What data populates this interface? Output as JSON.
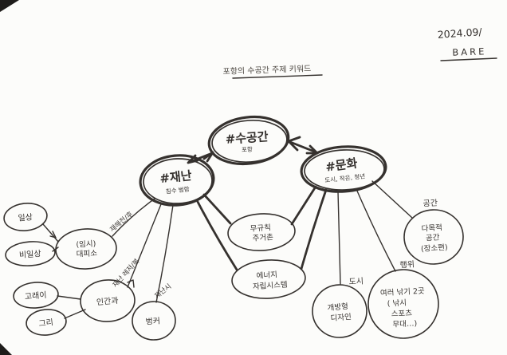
{
  "header": {
    "date": "2024.09/",
    "signature": "BARE"
  },
  "title": "포항의 수공간 주제 키워드",
  "nodes": {
    "water": {
      "label": "#수공간",
      "sub": "포항"
    },
    "disaster": {
      "label": "#재난",
      "sub": "침수 범람"
    },
    "culture": {
      "label": "#문화",
      "sub": "도시, 작은, 청년"
    },
    "daily": {
      "label": "일상"
    },
    "nondaily": {
      "label": "비일상"
    },
    "shelter": {
      "line1": "(임시)",
      "line2": "대피소"
    },
    "whale": {
      "label": "고래이"
    },
    "geuri": {
      "label": "그리"
    },
    "human": {
      "label": "인간과"
    },
    "bunker": {
      "label": "벙커"
    },
    "housing": {
      "line1": "무규칙",
      "line2": "주거촌"
    },
    "energy": {
      "line1": "에너지",
      "line2": "자립시스템"
    },
    "design": {
      "line1": "개방형",
      "line2": "디자인"
    },
    "fishing": {
      "line1": "여러 낚기 2곳",
      "line2": "( 낚시",
      "line3": "스포츠",
      "line4": "무대…)"
    },
    "multipurpose": {
      "line1": "다목적",
      "line2": "공간",
      "line3": "(장소편)"
    }
  },
  "edge_labels": {
    "before_after": "재해전/후",
    "leisure": "재난 레저/복",
    "in_disaster": "재난시",
    "city": "도시",
    "activity": "행위",
    "space": "공간"
  },
  "colors": {
    "ink": "#35312e",
    "paper": "#fcfcfa"
  }
}
